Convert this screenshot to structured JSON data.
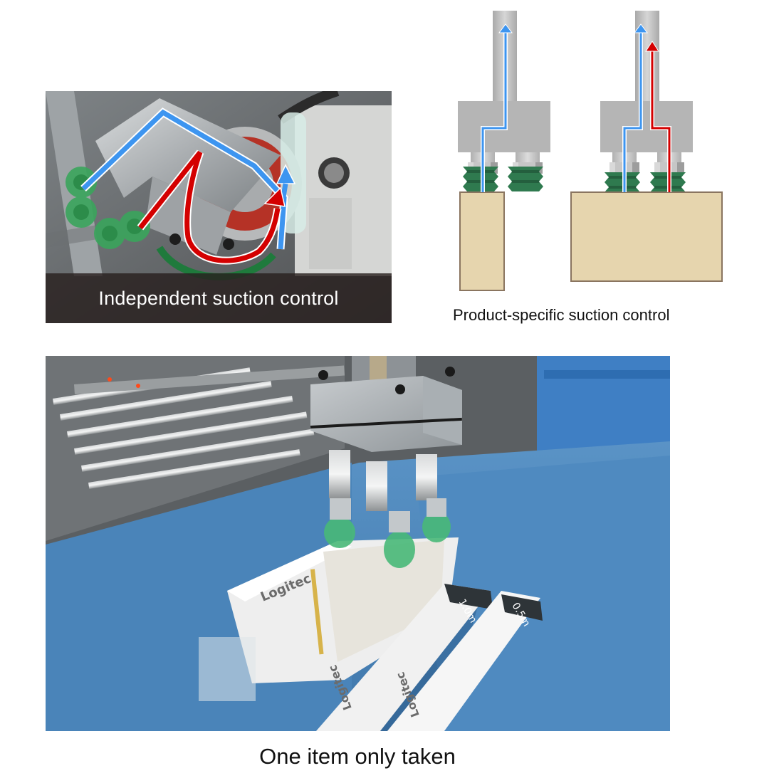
{
  "panels": {
    "independent": {
      "caption": "Independent suction control",
      "image_alt": "robot-gripper-photo-with-suction-flow-arrows",
      "arrows": [
        {
          "name": "blue-suction-path",
          "color": "#3d95f0"
        },
        {
          "name": "red-suction-path",
          "color": "#d40000"
        }
      ]
    },
    "product_specific": {
      "caption": "Product-specific suction control",
      "left_case": {
        "description": "narrow product: only left cup engaged",
        "active_paths": [
          "blue"
        ]
      },
      "right_case": {
        "description": "wide product: both cups engaged",
        "active_paths": [
          "blue",
          "red"
        ]
      },
      "colors": {
        "blue": "#3d95f0",
        "red": "#d40000",
        "cup_green": "#2f7a4f",
        "housing_gray": "#b5b5b5",
        "product_fill": "#e6d5ae",
        "product_border": "#8a7560"
      }
    },
    "one_item": {
      "caption": "One item only taken",
      "image_alt": "gripper-picking-single-box-from-blue-bin",
      "box_labels": [
        "Logitec",
        "1.0m",
        "0.5m",
        "Logitec",
        "Logitec"
      ]
    }
  }
}
